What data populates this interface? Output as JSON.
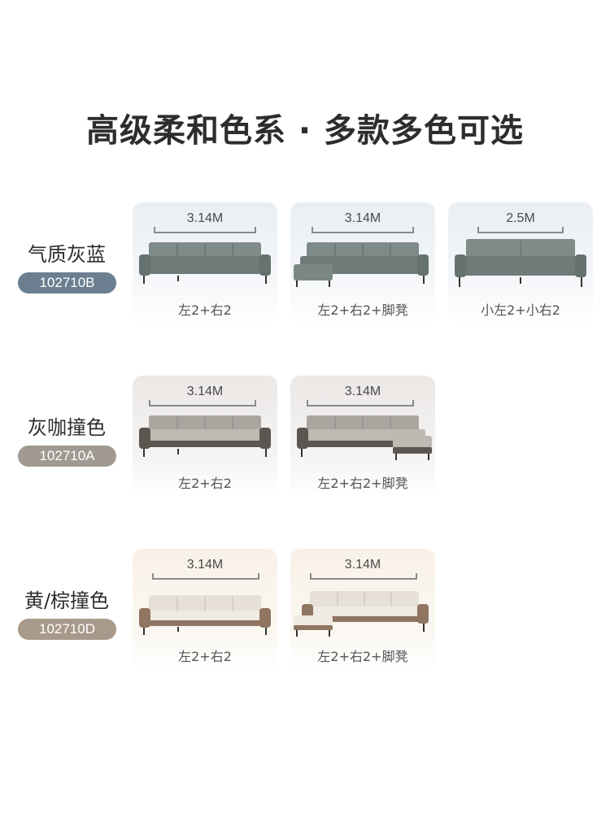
{
  "title": "高级柔和色系 · 多款多色可选",
  "rows": [
    {
      "label": "气质灰蓝",
      "code": "102710B",
      "pill_color": "#6b7f90",
      "sofa_color": "#7e8b88",
      "cards": [
        {
          "dimension": "3.14M",
          "config": "左2+右2"
        },
        {
          "dimension": "3.14M",
          "config": "左2+右2+脚凳"
        },
        {
          "dimension": "2.5M",
          "config": "小左2+小右2"
        }
      ]
    },
    {
      "label": "灰咖撞色",
      "code": "102710A",
      "pill_color": "#a09a93",
      "sofa_color": "#a9a6a0",
      "cards": [
        {
          "dimension": "3.14M",
          "config": "左2+右2"
        },
        {
          "dimension": "3.14M",
          "config": "左2+右2+脚凳"
        }
      ]
    },
    {
      "label": "黄/棕撞色",
      "code": "102710D",
      "pill_color": "#a8998b",
      "sofa_color": "#e6e0d6",
      "cards": [
        {
          "dimension": "3.14M",
          "config": "左2+右2"
        },
        {
          "dimension": "3.14M",
          "config": "左2+右2+脚凳"
        }
      ]
    }
  ]
}
